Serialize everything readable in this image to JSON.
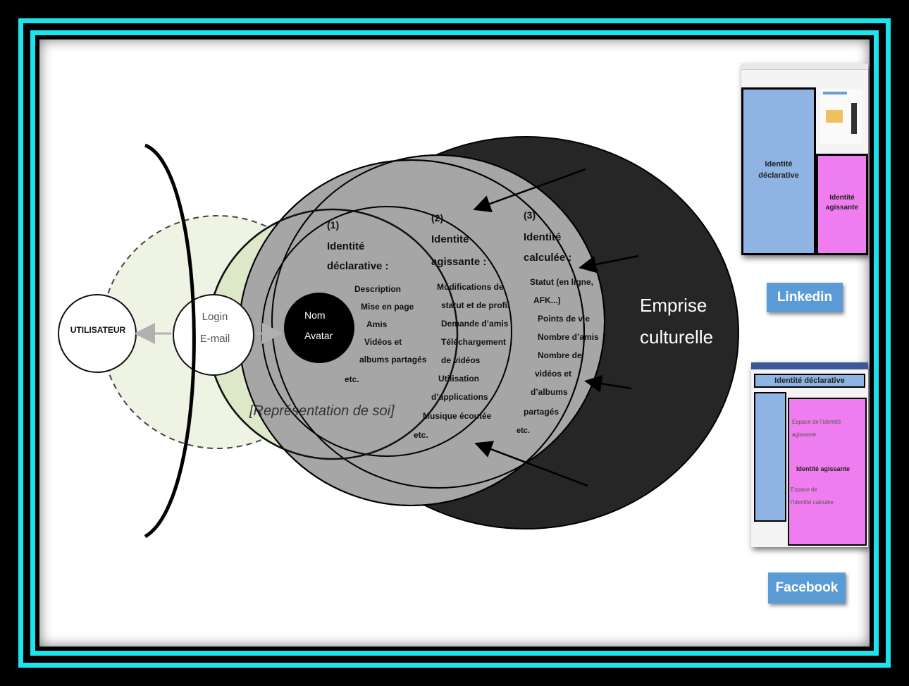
{
  "diagram": {
    "user_label": "UTILISATEUR",
    "login": [
      "Login",
      "E-mail"
    ],
    "representation": "[Représentation de soi]",
    "avatar": [
      "Nom",
      "Avatar"
    ],
    "zone1": {
      "number": "(1)",
      "title": [
        "Identité",
        "déclarative :"
      ],
      "items": [
        "Description",
        "Mise en page",
        "Amis",
        "Vidéos et",
        "albums partagés",
        "etc."
      ]
    },
    "zone2": {
      "number": "(2)",
      "title": [
        "Identité",
        "agissante :"
      ],
      "items": [
        "Modifications de",
        "statut et de profil",
        "Demande d’amis",
        "Téléchargement",
        "de vidéos",
        "Utilisation",
        "d’applications",
        "Musique écoutée",
        "etc."
      ]
    },
    "zone3": {
      "number": "(3)",
      "title": [
        "Identité",
        "calculée :"
      ],
      "items": [
        "Statut (en ligne,",
        "AFK...)",
        "Points de vie",
        "Nombre d’amis",
        "Nombre de",
        "vidéos et",
        "d’albums",
        "partagés",
        "etc."
      ]
    },
    "outer": [
      "Emprise",
      "culturelle"
    ]
  },
  "linkedin": {
    "button": "Linkedin",
    "zone_declarative": [
      "Identité",
      "déclarative"
    ],
    "zone_agissante": [
      "Identité",
      "agissante"
    ]
  },
  "facebook": {
    "button": "Facebook",
    "zone_declarative": "Identité déclarative",
    "zone_agissante": "Identité agissante",
    "espace_agissante": [
      "Espace de l’identité",
      "agissante"
    ],
    "espace_calculee": [
      "Espace de",
      "l’identité calculée"
    ]
  },
  "colors": {
    "frame": "#1fe3ec",
    "light_green": "#dde8c8",
    "gray": "#a6a6a6",
    "dark": "#262626",
    "button_blue": "#5b9bd5",
    "pink": "#f07df0",
    "light_blue": "#8fb4e3"
  }
}
